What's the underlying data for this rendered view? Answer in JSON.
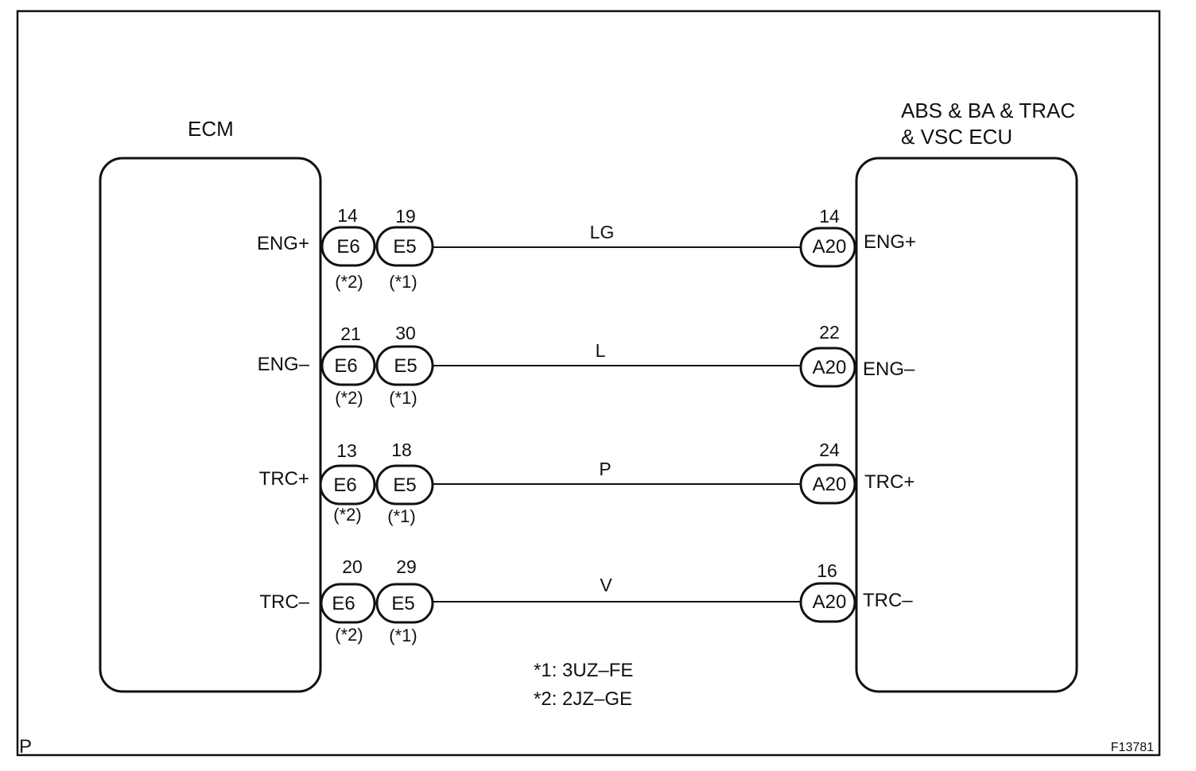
{
  "ecm": {
    "title": "ECM",
    "pins": [
      {
        "signal": "ENG+",
        "e6_pin": "14",
        "e5_pin": "19",
        "e6_note": "(*2)",
        "e5_note": "(*1)"
      },
      {
        "signal": "ENG–",
        "e6_pin": "21",
        "e5_pin": "30",
        "e6_note": "(*2)",
        "e5_note": "(*1)"
      },
      {
        "signal": "TRC+",
        "e6_pin": "13",
        "e5_pin": "18",
        "e6_note": "(*2)",
        "e5_note": "(*1)"
      },
      {
        "signal": "TRC–",
        "e6_pin": "20",
        "e5_pin": "29",
        "e6_note": "(*2)",
        "e5_note": "(*1)"
      }
    ],
    "connector_e6": "E6",
    "connector_e5": "E5"
  },
  "abs_ecu": {
    "title_line1": "ABS & BA & TRAC",
    "title_line2": "& VSC ECU",
    "connector": "A20",
    "pins": [
      {
        "signal": "ENG+",
        "pin": "14"
      },
      {
        "signal": "ENG–",
        "pin": "22"
      },
      {
        "signal": "TRC+",
        "pin": "24"
      },
      {
        "signal": "TRC–",
        "pin": "16"
      }
    ]
  },
  "wires": [
    {
      "color": "LG"
    },
    {
      "color": "L"
    },
    {
      "color": "P"
    },
    {
      "color": "V"
    }
  ],
  "legend": {
    "line1": "*1: 3UZ–FE",
    "line2": "*2: 2JZ–GE"
  },
  "corner_mark": "P",
  "figure_id": "F13781"
}
